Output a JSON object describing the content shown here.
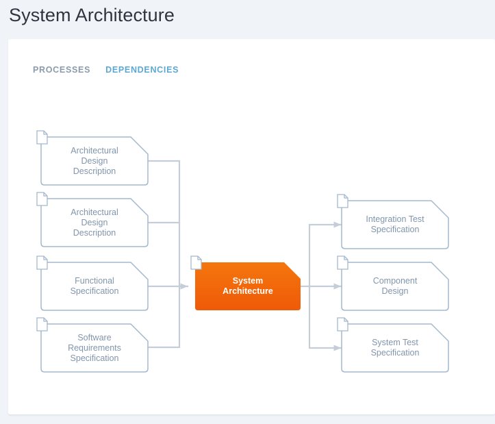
{
  "header": {
    "title": "System Architecture"
  },
  "tabs": [
    {
      "label": "PROCESSES",
      "active": false
    },
    {
      "label": "DEPENDENCIES",
      "active": true
    }
  ],
  "colors": {
    "page_background": "#f0f3f8",
    "card_background": "#ffffff",
    "title_text": "#2e3440",
    "tab_inactive": "#8c9bab",
    "tab_active": "#5ba8d4",
    "node_border": "#a3b8ce",
    "node_text": "#8195ac",
    "accent_orange": "#f4730c",
    "accent_orange_dark": "#f05a0a",
    "connector": "#c5cdd8"
  },
  "diagram": {
    "type": "dependency-graph",
    "center_node": {
      "id": "system-architecture",
      "label": "System Architecture",
      "kind": "accent"
    },
    "inputs": [
      {
        "id": "architectural-design-description-1",
        "label": "Architectural Design\nDescription"
      },
      {
        "id": "architectural-design-description-2",
        "label": "Architectural Design\nDescription"
      },
      {
        "id": "functional-specification",
        "label": "Functional\nSpecification"
      },
      {
        "id": "software-requirements-specification",
        "label": "Software\nRequirements\nSpecification"
      }
    ],
    "outputs": [
      {
        "id": "integration-test-specification",
        "label": "Integration Test\nSpecification"
      },
      {
        "id": "component-design",
        "label": "Component Design"
      },
      {
        "id": "system-test-specification",
        "label": "System Test\nSpecification"
      }
    ]
  },
  "icons": {
    "document": "document-icon"
  }
}
